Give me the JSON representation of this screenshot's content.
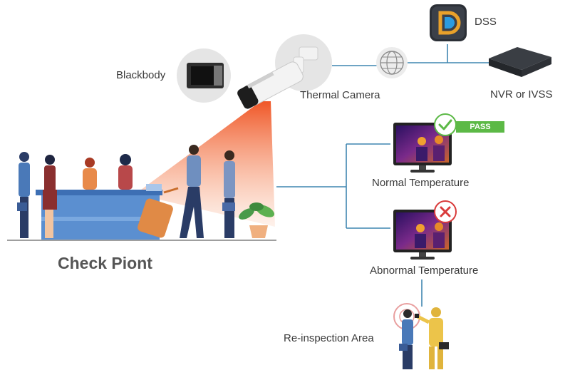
{
  "labels": {
    "dss": "DSS",
    "blackbody": "Blackbody",
    "thermal_camera": "Thermal Camera",
    "nvr": "NVR or IVSS",
    "normal": "Normal Temperature",
    "abnormal": "Abnormal Temperature",
    "checkpoint": "Check Piont",
    "reinspection": "Re-inspection Area",
    "pass_badge": "PASS"
  },
  "colors": {
    "line": "#3f86b0",
    "beam": "#f26a2c",
    "pass": "#5cb946",
    "fail": "#d93b3b",
    "counter": "#5b8fd0"
  },
  "icons": [
    "blackbody-icon",
    "thermal-camera-icon",
    "dss-app-icon",
    "globe-network-icon",
    "nvr-device-icon",
    "monitor-normal-icon",
    "monitor-abnormal-icon",
    "check-icon",
    "cross-icon",
    "plant-icon",
    "suitcase-icon"
  ]
}
